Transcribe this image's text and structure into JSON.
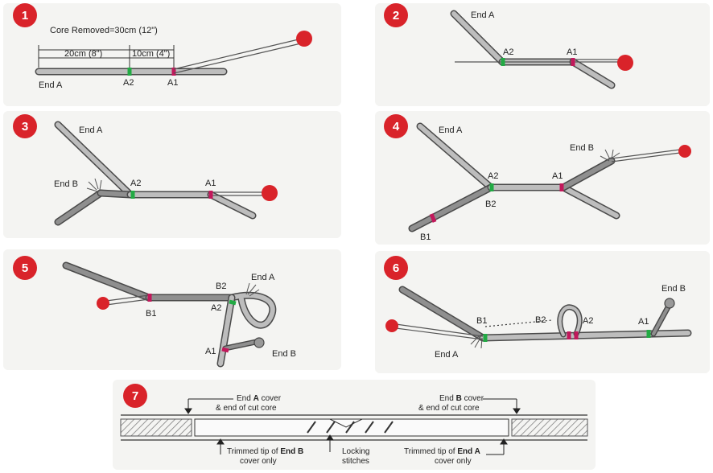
{
  "colors": {
    "step_badge": "#d9232a",
    "marker_a2": "#22aa44",
    "marker_a1": "#c2185b",
    "fid_ball": "#d9232a"
  },
  "steps": [
    {
      "num": "1",
      "core_removed": "Core Removed=30cm (12\")",
      "dim_left": "20cm (8\")",
      "dim_right": "10cm (4\")",
      "end_a": "End A",
      "a2": "A2",
      "a1": "A1"
    },
    {
      "num": "2",
      "end_a": "End A",
      "a2": "A2",
      "a1": "A1"
    },
    {
      "num": "3",
      "end_a": "End A",
      "end_b": "End B",
      "a2": "A2",
      "a1": "A1"
    },
    {
      "num": "4",
      "end_a": "End A",
      "end_b": "End B",
      "a2": "A2",
      "a1": "A1",
      "b2": "B2",
      "b1": "B1"
    },
    {
      "num": "5",
      "end_a": "End A",
      "end_b": "End B",
      "b1": "B1",
      "b2": "B2",
      "a2": "A2",
      "a1": "A1"
    },
    {
      "num": "6",
      "end_b": "End B",
      "end_a": "End A",
      "b1": "B1",
      "b2": "B2",
      "a2": "A2",
      "a1": "A1"
    },
    {
      "num": "7",
      "end_a_cover_prefix": "End ",
      "end_a_cover_bold": "A",
      "end_a_cover_suffix": " cover",
      "end_of_cut_core_a": "& end of cut core",
      "end_b_cover_prefix": "End ",
      "end_b_cover_bold": "B",
      "end_b_cover_suffix": " cover",
      "end_of_cut_core_b": "& end of cut core",
      "trimmed_b_prefix": "Trimmed tip of ",
      "trimmed_b_bold": "End B",
      "trimmed_b_line2": "cover only",
      "locking": "Locking",
      "stitches": "stitches",
      "trimmed_a_prefix": "Trimmed tip of ",
      "trimmed_a_bold": "End A",
      "trimmed_a_line2": "cover only"
    }
  ]
}
